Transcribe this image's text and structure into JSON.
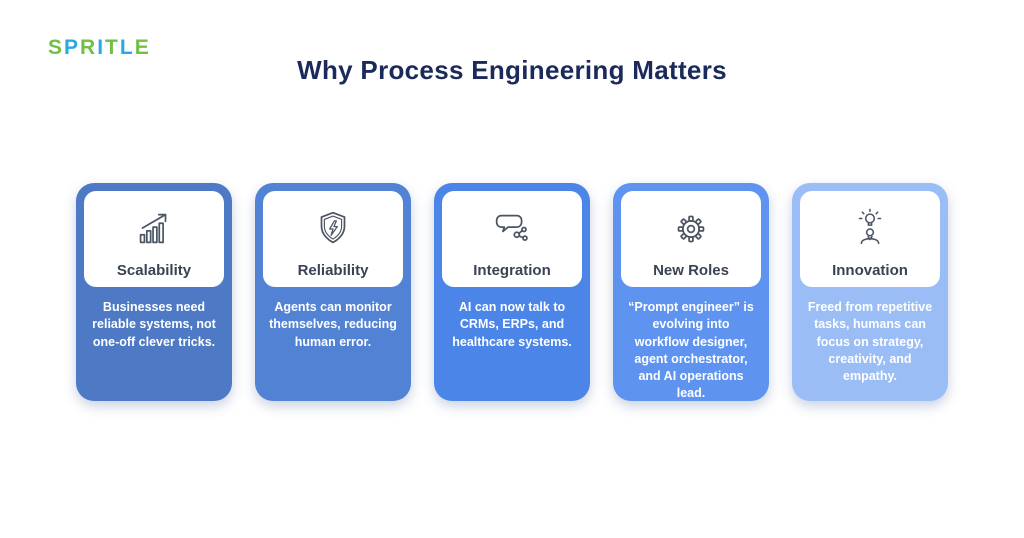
{
  "logo": {
    "text": "SPRITLE",
    "letters": [
      {
        "char": "S",
        "color": "#72BF44"
      },
      {
        "char": "P",
        "color": "#27AAE1"
      },
      {
        "char": "R",
        "color": "#72BF44"
      },
      {
        "char": "I",
        "color": "#27AAE1"
      },
      {
        "char": "T",
        "color": "#72BF44"
      },
      {
        "char": "L",
        "color": "#27AAE1"
      },
      {
        "char": "E",
        "color": "#72BF44"
      }
    ]
  },
  "header": {
    "title": "Why Process Engineering Matters",
    "color": "#1b2a5b"
  },
  "chart_data": {
    "type": "table",
    "title": "Why Process Engineering Matters",
    "categories": [
      "Scalability",
      "Reliability",
      "Integration",
      "New Roles",
      "Innovation"
    ],
    "values": [
      "Businesses need reliable systems, not one-off clever tricks.",
      "Agents can monitor themselves, reducing human error.",
      "AI can now talk to CRMs, ERPs, and healthcare systems.",
      "“Prompt engineer” is evolving into workflow designer, agent orchestrator, and AI operations lead.",
      "Freed from repetitive tasks, humans can focus on strategy, creativity, and empathy."
    ]
  },
  "cards": [
    {
      "title": "Scalability",
      "description": "Businesses need reliable systems, not one-off clever tricks.",
      "bg": "#4e79c4",
      "icon": "growth-chart-icon"
    },
    {
      "title": "Reliability",
      "description": "Agents can monitor themselves, reducing human error.",
      "bg": "#5282d4",
      "icon": "shield-bolt-icon"
    },
    {
      "title": "Integration",
      "description": "AI can now talk to CRMs, ERPs, and healthcare systems.",
      "bg": "#4b85e8",
      "icon": "chat-network-icon"
    },
    {
      "title": "New Roles",
      "description": "“Prompt engineer” is evolving into workflow designer, agent orchestrator, and AI operations lead.",
      "bg": "#5f93f0",
      "icon": "gear-icon"
    },
    {
      "title": "Innovation",
      "description": "Freed from repetitive tasks, humans can focus on strategy, creativity, and empathy.",
      "bg": "#9abdf5",
      "icon": "idea-person-icon"
    }
  ]
}
